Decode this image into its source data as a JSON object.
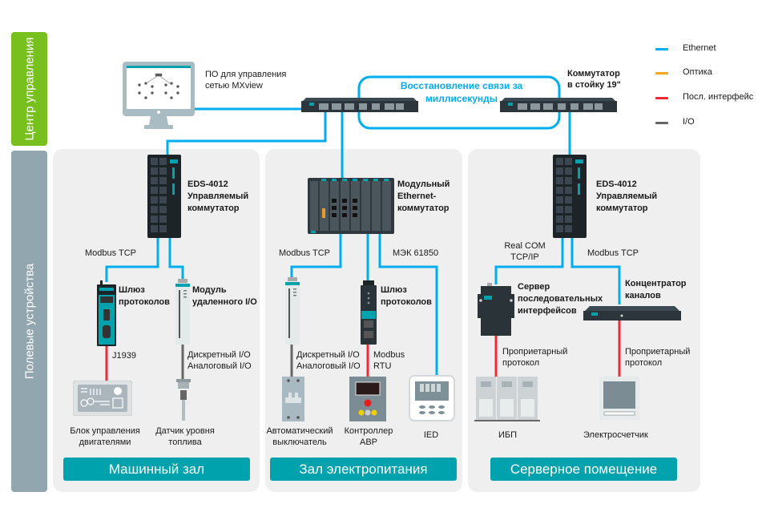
{
  "sidebar": {
    "control_center": "Центр управления",
    "field_devices": "Полевые устройства"
  },
  "legend": [
    {
      "label": "Ethernet",
      "color": "#00aeef"
    },
    {
      "label": "Оптика",
      "color": "#f5a623"
    },
    {
      "label": "Посл. интерфейс",
      "color": "#ee2b35"
    },
    {
      "label": "I/O",
      "color": "#666666"
    }
  ],
  "control_center": {
    "mxview_label_line1": "ПО для управления",
    "mxview_label_line2": "сетью MXview",
    "ring_label_line1": "Восстановление связи за",
    "ring_label_line2": "миллисекунды",
    "rack_switch_line1": "Коммутатор",
    "rack_switch_line2": "в стойку 19\""
  },
  "zones": [
    {
      "title": "Машинный зал",
      "switch_line1": "EDS-4012",
      "switch_line2": "Управляемый",
      "switch_line3": "коммутатор",
      "link_label": "Modbus TCP",
      "gateway_line1": "Шлюз",
      "gateway_line2": "протоколов",
      "remote_io_line1": "Модуль",
      "remote_io_line2": "удаленного I/O",
      "j1939": "J1939",
      "io_line1": "Дискретный I/O",
      "io_line2": "Аналоговый I/O",
      "engine_line1": "Блок управления",
      "engine_line2": "двигателями",
      "fuel_line1": "Датчик уровня",
      "fuel_line2": "топлива"
    },
    {
      "title": "Зал электропитания",
      "switch_line1": "Модульный",
      "switch_line2": "Ethernet-",
      "switch_line3": "коммутатор",
      "link_label": "Modbus TCP",
      "iec_label": "МЭК 61850",
      "gateway_line1": "Шлюз",
      "gateway_line2": "протоколов",
      "io_line1": "Дискретный I/O",
      "io_line2": "Аналоговый I/O",
      "modbus_rtu_line1": "Modbus",
      "modbus_rtu_line2": "RTU",
      "breaker_line1": "Автоматический",
      "breaker_line2": "выключатель",
      "ats_line1": "Контроллер",
      "ats_line2": "АВР",
      "ied": "IED"
    },
    {
      "title": "Серверное помещение",
      "switch_line1": "EDS-4012",
      "switch_line2": "Управляемый",
      "switch_line3": "коммутатор",
      "realcom_line1": "Real COM",
      "realcom_line2": "TCP/IP",
      "link_label": "Modbus TCP",
      "serial_line1": "Сервер",
      "serial_line2": "последовательных",
      "serial_line3": "интерфейсов",
      "concentrator_line1": "Концентратор",
      "concentrator_line2": "каналов",
      "prop1_line1": "Проприетарный",
      "prop1_line2": "протокол",
      "prop2_line1": "Проприетарный",
      "prop2_line2": "протокол",
      "ups": "ИБП",
      "meter": "Электросчетчик"
    }
  ]
}
